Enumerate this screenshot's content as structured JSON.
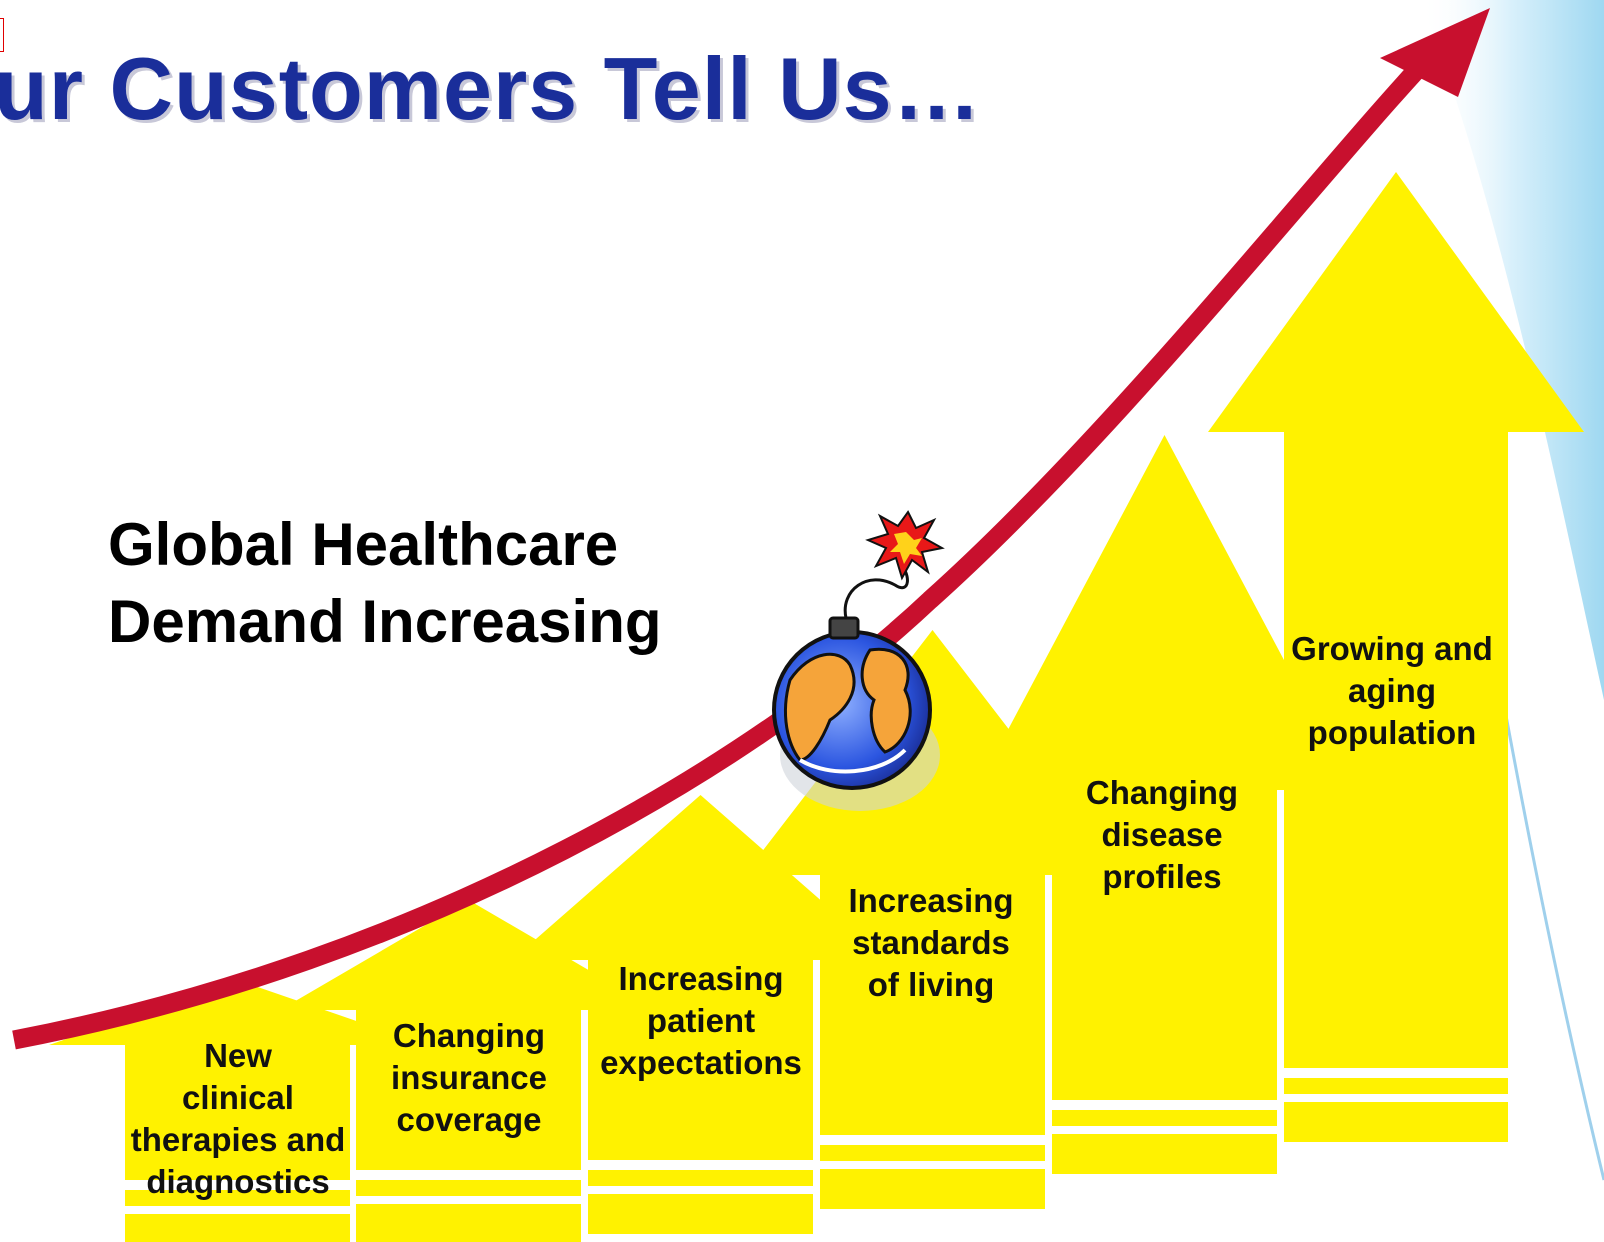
{
  "slide": {
    "title": "ur Customers Tell Us…",
    "headline": [
      "Global Healthcare",
      "Demand Increasing"
    ]
  },
  "arrows": [
    {
      "lines": [
        "New",
        "clinical",
        "therapies and",
        "diagnostics"
      ]
    },
    {
      "lines": [
        "Changing",
        "insurance",
        "coverage"
      ]
    },
    {
      "lines": [
        "Increasing",
        "patient",
        "expectations"
      ]
    },
    {
      "lines": [
        "Increasing",
        "standards",
        "of living"
      ]
    },
    {
      "lines": [
        "Changing",
        "disease",
        "profiles"
      ]
    },
    {
      "lines": [
        "Growing and",
        "aging",
        "population"
      ]
    }
  ],
  "colors": {
    "title": "#1a2e9a",
    "arrow_fill": "#fff200",
    "trend_arrow": "#c8102e",
    "background_wave": "#bfe6f7"
  },
  "icons": [
    "globe-bomb-icon",
    "spark-icon",
    "trend-arrow"
  ]
}
